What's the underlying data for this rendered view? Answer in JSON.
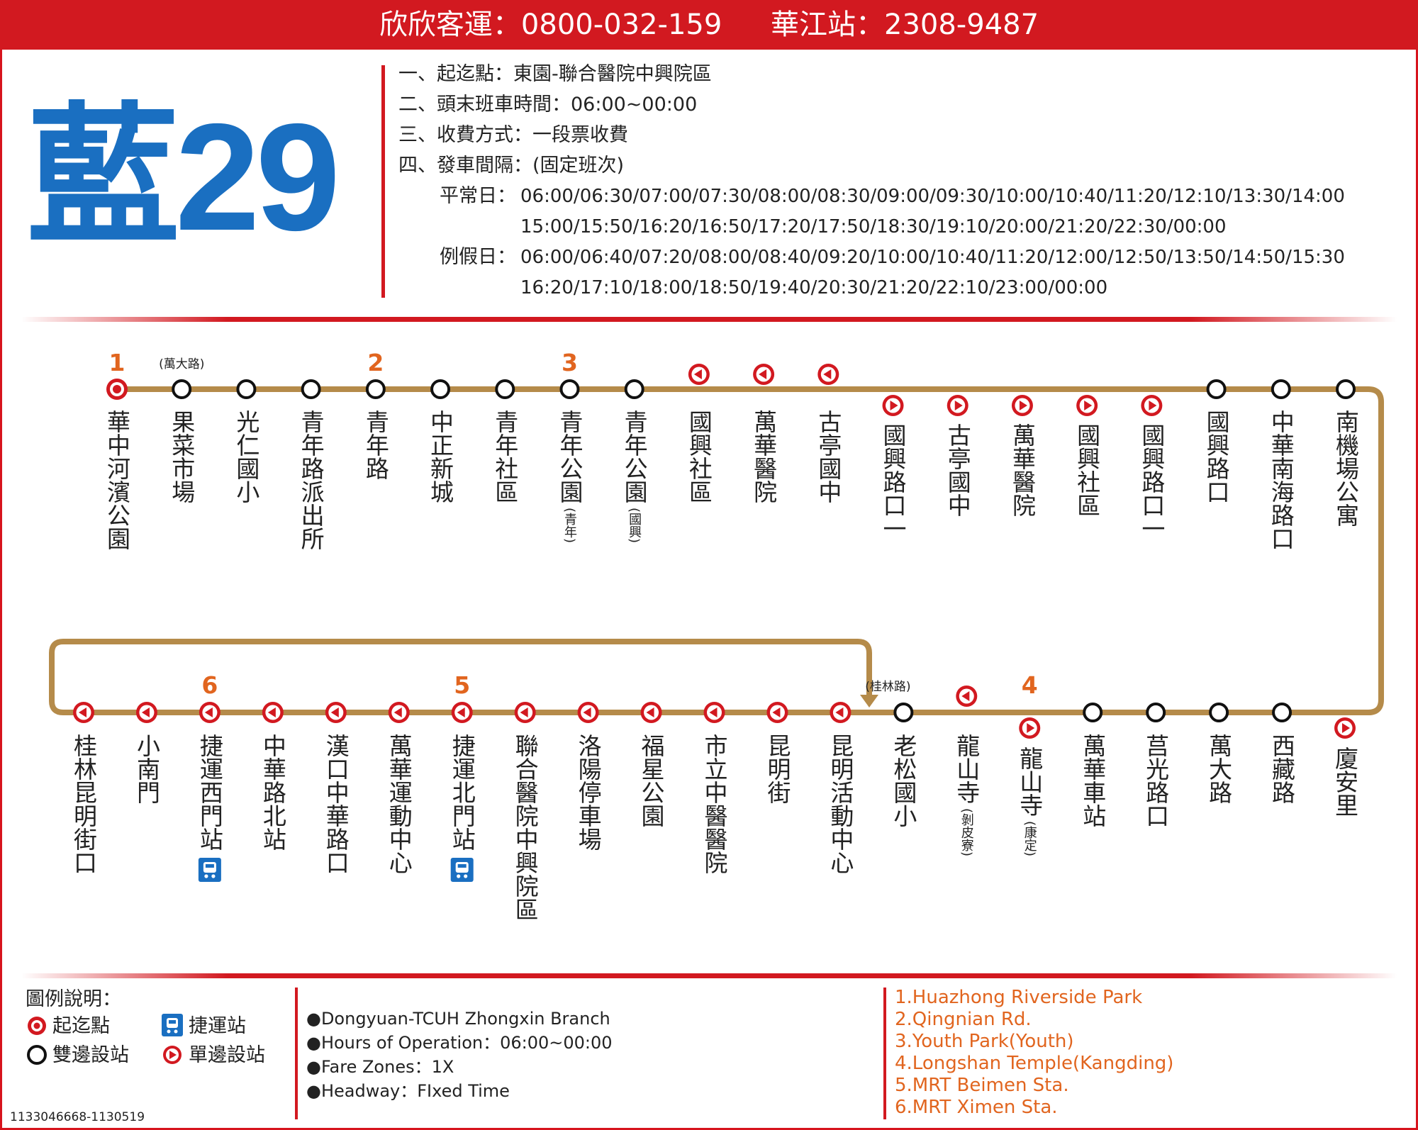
{
  "header": {
    "company": "欣欣客運：0800-032-159",
    "station": "華江站：2308-9487"
  },
  "route": {
    "number": "藍29",
    "line_color": "#b58b4a",
    "accent": "#d21920",
    "title_color": "#1a6fc1"
  },
  "info": {
    "line1": "一、起迄點：東園-聯合醫院中興院區",
    "line2": "二、頭末班車時間：06:00~00:00",
    "line3": "三、收費方式：一段票收費",
    "line4": "四、發車間隔：(固定班次)",
    "weekday_label": "平常日：",
    "weekday_1": "06:00/06:30/07:00/07:30/08:00/08:30/09:00/09:30/10:00/10:40/11:20/12:10/13:30/14:00",
    "weekday_2": "15:00/15:50/16:20/16:50/17:20/17:50/18:30/19:10/20:00/21:20/22:30/00:00",
    "holiday_label": "例假日：",
    "holiday_1": "06:00/06:40/07:20/08:00/08:40/09:20/10:00/10:40/11:20/12:00/12:50/13:50/14:50/15:30",
    "holiday_2": "16:20/17:10/18:00/18:50/19:40/20:30/21:20/22:10/23:00/00:00"
  },
  "stops_top": [
    {
      "name": "華中河濱公園",
      "type": "terminal",
      "num": "1"
    },
    {
      "name": "果菜市場",
      "type": "both",
      "above": "(萬大路)"
    },
    {
      "name": "光仁國小",
      "type": "both"
    },
    {
      "name": "青年路派出所",
      "type": "both"
    },
    {
      "name": "青年路",
      "type": "both",
      "num": "2"
    },
    {
      "name": "中正新城",
      "type": "both"
    },
    {
      "name": "青年社區",
      "type": "both"
    },
    {
      "name": "青年公園",
      "type": "both",
      "num": "3",
      "sub": "(青年)"
    },
    {
      "name": "青年公園",
      "type": "both",
      "sub": "(國興)"
    },
    {
      "name": "國興社區",
      "type": "left"
    },
    {
      "name": "萬華醫院",
      "type": "left"
    },
    {
      "name": "古亭國中",
      "type": "left"
    },
    {
      "name": "國興路口一",
      "type": "right"
    },
    {
      "name": "古亭國中",
      "type": "right"
    },
    {
      "name": "萬華醫院",
      "type": "right"
    },
    {
      "name": "國興社區",
      "type": "right"
    },
    {
      "name": "國興路口一",
      "type": "right"
    },
    {
      "name": "國興路口",
      "type": "both"
    },
    {
      "name": "中華南海路口",
      "type": "both"
    },
    {
      "name": "南機場公寓",
      "type": "both"
    }
  ],
  "stops_bottom": [
    {
      "name": "桂林昆明街口",
      "type": "left"
    },
    {
      "name": "小南門",
      "type": "left"
    },
    {
      "name": "捷運西門站",
      "type": "left",
      "num": "6",
      "mrt": true
    },
    {
      "name": "中華路北站",
      "type": "left"
    },
    {
      "name": "漢口中華路口",
      "type": "left"
    },
    {
      "name": "萬華運動中心",
      "type": "left"
    },
    {
      "name": "捷運北門站",
      "type": "left",
      "num": "5",
      "mrt": true
    },
    {
      "name": "聯合醫院中興院區",
      "type": "left"
    },
    {
      "name": "洛陽停車場",
      "type": "left"
    },
    {
      "name": "福星公園",
      "type": "left"
    },
    {
      "name": "市立中醫醫院",
      "type": "left"
    },
    {
      "name": "昆明街",
      "type": "left"
    },
    {
      "name": "昆明活動中心",
      "type": "left"
    },
    {
      "name": "老松國小",
      "type": "both",
      "above": "(桂林路)"
    },
    {
      "name": "龍山寺",
      "type": "left",
      "sub": "(剝皮寮)",
      "raised": true
    },
    {
      "name": "龍山寺",
      "type": "right",
      "num": "4",
      "sub": "(康定)",
      "lowered": true
    },
    {
      "name": "萬華車站",
      "type": "both"
    },
    {
      "name": "莒光路口",
      "type": "both"
    },
    {
      "name": "萬大路",
      "type": "both"
    },
    {
      "name": "西藏路",
      "type": "both"
    },
    {
      "name": "廈安里",
      "type": "right",
      "lowered": true
    }
  ],
  "legend": {
    "title": "圖例說明：",
    "terminal": "起迄點",
    "mrt": "捷運站",
    "both": "雙邊設站",
    "one_side": "單邊設站"
  },
  "english_info": [
    "●Dongyuan-TCUH Zhongxin Branch",
    "●Hours of Operation：06:00~00:00",
    "●Fare Zones：1X",
    "●Headway：FIxed Time"
  ],
  "english_names": [
    "1.Huazhong Riverside Park",
    "2.Qingnian Rd.",
    "3.Youth Park(Youth)",
    "4.Longshan Temple(Kangding)",
    "5.MRT Beimen Sta.",
    "6.MRT Ximen Sta."
  ],
  "code": "1133046668-1130519"
}
